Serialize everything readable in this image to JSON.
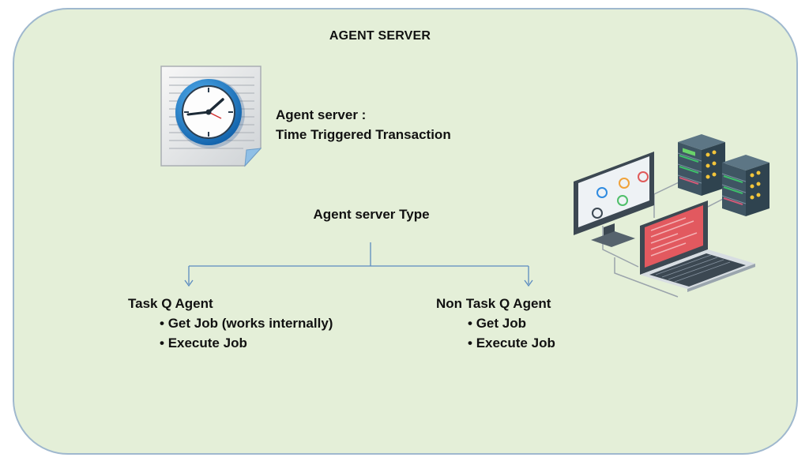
{
  "title": "AGENT SERVER",
  "clock_desc": {
    "line1": "Agent server :",
    "line2": "Time Triggered Transaction"
  },
  "type_label": "Agent server Type",
  "branches": [
    {
      "title": "Task Q Agent",
      "items": [
        "Get Job (works internally)",
        "Execute Job"
      ]
    },
    {
      "title": "Non Task Q Agent",
      "items": [
        "Get Job",
        "Execute Job"
      ]
    }
  ],
  "icons": {
    "clock": "clock-document-icon",
    "illustration": "server-computer-illustration"
  },
  "colors": {
    "panel_bg": "#e4efd8",
    "panel_border": "#9fb8ce",
    "connector": "#5b8bc0",
    "clock_blue": "#1f7fd1",
    "laptop_screen": "#e2595f",
    "server_dark": "#3f5563"
  }
}
